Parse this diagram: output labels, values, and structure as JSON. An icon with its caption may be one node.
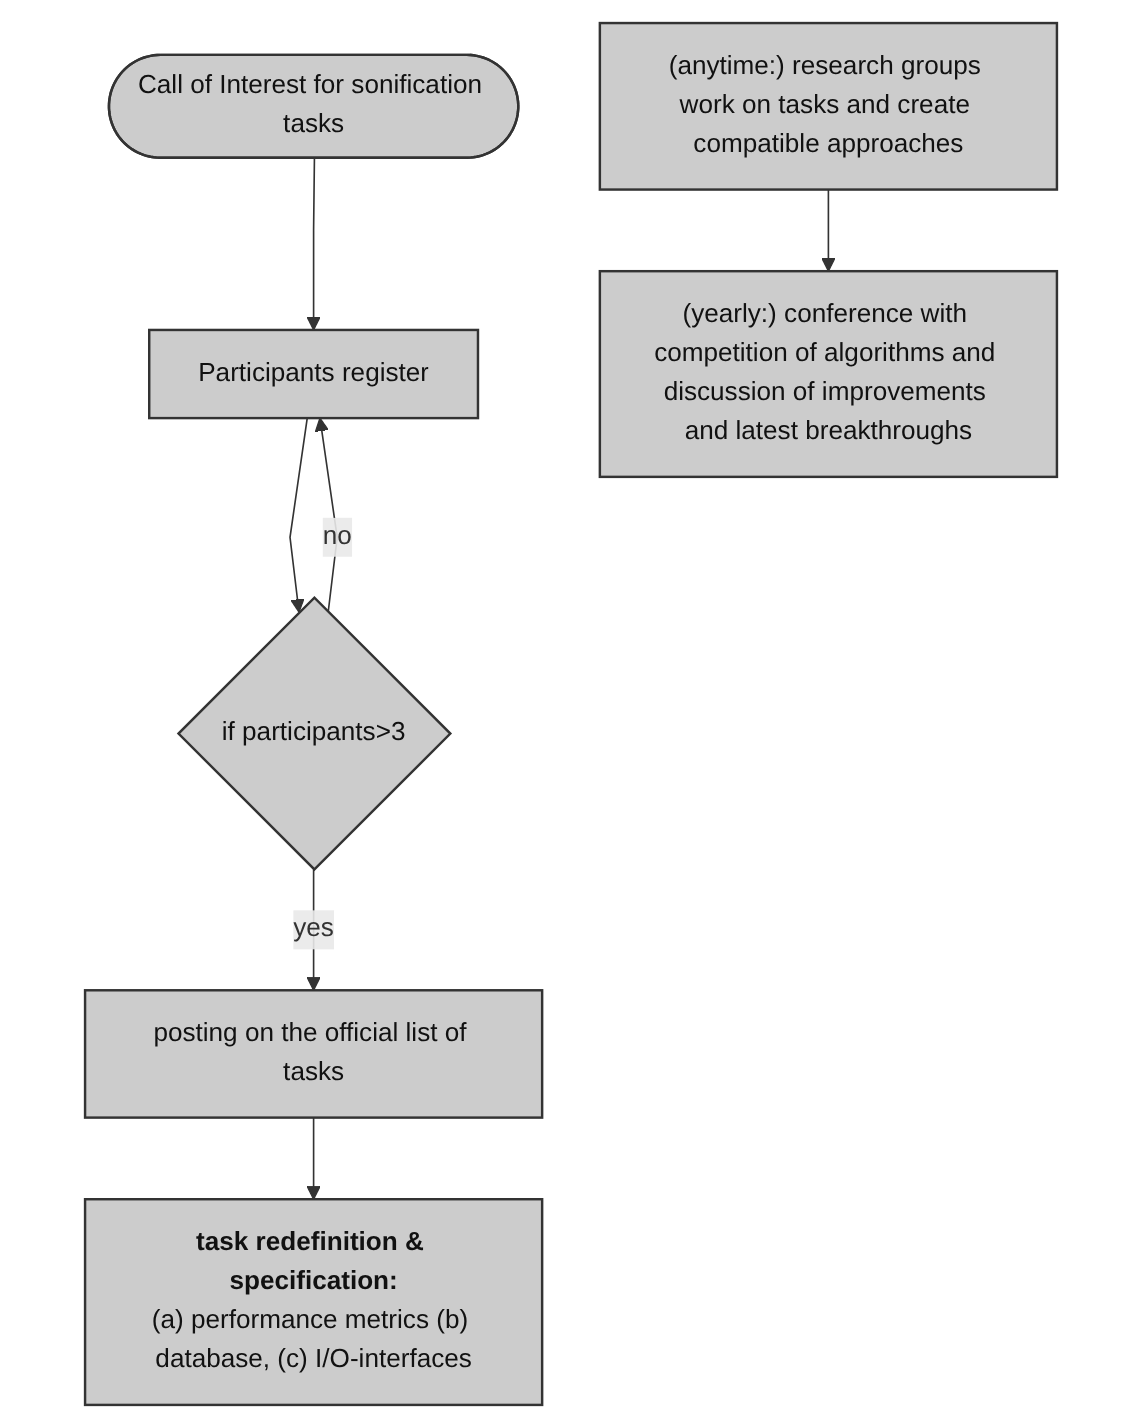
{
  "diagram": {
    "nodes": [
      {
        "text": [
          "Call of Interest for sonification tasks"
        ]
      },
      {
        "text": [
          "Participants register"
        ]
      },
      {
        "text": [
          "if participants>3"
        ]
      },
      {
        "text": [
          "posting on the official list of tasks"
        ]
      },
      {
        "text": [
          "task redefinition & specification:",
          "(a) performance metrics (b) database, (c) I/O-interfaces"
        ]
      },
      {
        "text": [
          "(anytime:) research groups work on tasks and create compatible approaches"
        ]
      },
      {
        "text": [
          "(yearly:) conference with competition of algorithms and discussion of improvements and latest breakthroughs"
        ]
      }
    ],
    "edges": [
      {
        "from": 0,
        "to": 1,
        "arrow": "to"
      },
      {
        "from": 1,
        "to": 2,
        "arrow": "to"
      },
      {
        "from": 2,
        "to": 1,
        "arrow": "to",
        "label": "no"
      },
      {
        "from": 2,
        "to": 3,
        "arrow": "to",
        "label": "yes"
      },
      {
        "from": 3,
        "to": 4,
        "arrow": "to"
      },
      {
        "from": 5,
        "to": 6,
        "arrow": "to"
      }
    ]
  }
}
